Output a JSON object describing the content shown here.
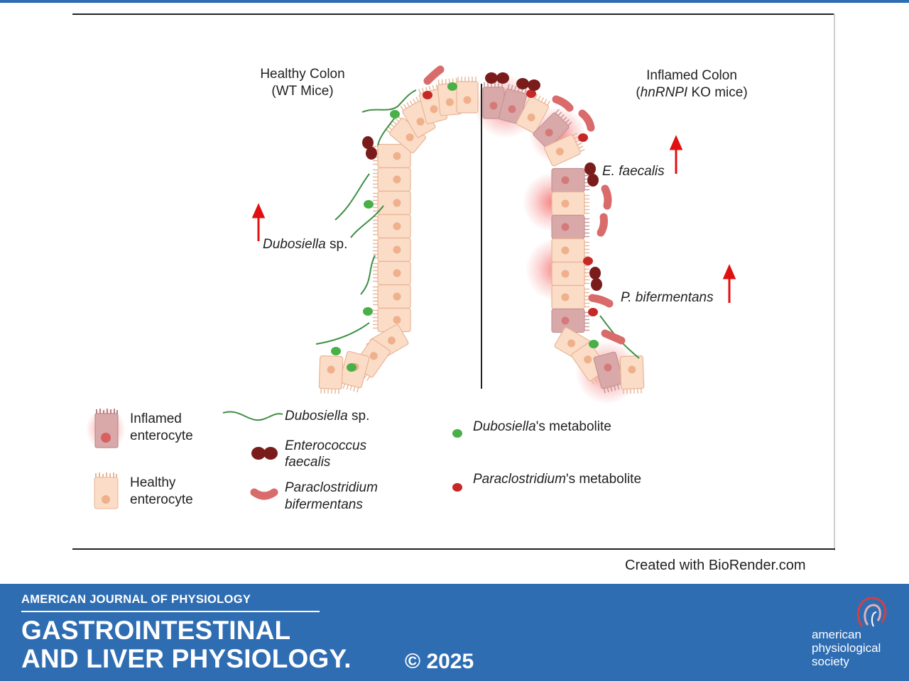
{
  "labels": {
    "healthy_title_1": "Healthy Colon",
    "healthy_title_2": "(WT Mice)",
    "inflamed_title_1": "Inflamed Colon",
    "inflamed_title_2_italic": "hnRNPI",
    "inflamed_title_2_rest": " KO mice)",
    "inflamed_title_2_open": "(",
    "dubosiella_italic": "Dubosiella",
    "dubosiella_rest": " sp.",
    "e_faecalis": "E. faecalis",
    "p_bifermentans": "P. bifermentans"
  },
  "legend": {
    "inflamed_1": "Inflamed",
    "inflamed_2": "enterocyte",
    "healthy_1": "Healthy",
    "healthy_2": "enterocyte",
    "dubosiella_italic": "Dubosiella",
    "dubosiella_rest": " sp.",
    "enterococcus_1": "Enterococcus",
    "enterococcus_2": "faecalis",
    "paraclostridium_1": "Paraclostridium",
    "paraclostridium_2": "bifermentans",
    "dub_metab_italic": "Dubosiella",
    "dub_metab_rest": "'s metabolite",
    "para_metab_italic": "Paraclostridium",
    "para_metab_rest": "'s metabolite"
  },
  "credit": "Created with BioRender.com",
  "footer": {
    "journal_top": "AMERICAN JOURNAL OF PHYSIOLOGY",
    "journal_line1": "GASTROINTESTINAL",
    "journal_line2": "AND LIVER PHYSIOLOGY.",
    "copyright": "© 2025",
    "society_line1": "american",
    "society_line2": "physiological",
    "society_line3": "society"
  },
  "colors": {
    "cell_fill": "#fbdcc7",
    "cell_stroke": "#e8b596",
    "nucleus": "#efb08c",
    "inflamed_cell": "#d9a9a9",
    "inflamed_glow": "#f25a5a",
    "dubosiella_strand": "#3f8f45",
    "metabolite_green": "#49b048",
    "metabolite_red": "#c62828",
    "enterococcus": "#7b1c1c",
    "paraclostridium": "#d96b6b",
    "arrow_red": "#e01010",
    "brand_blue": "#2f6db3"
  }
}
